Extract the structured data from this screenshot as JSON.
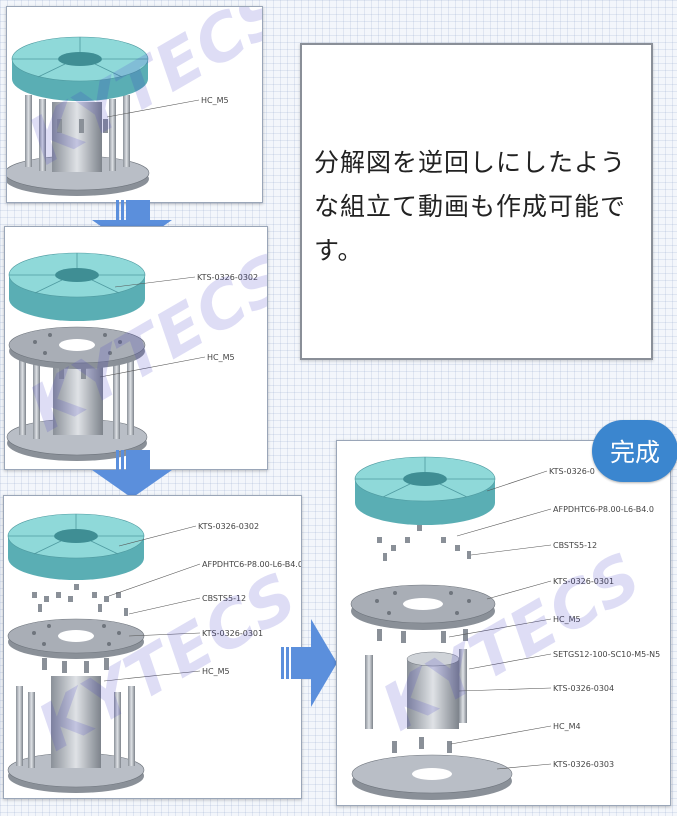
{
  "description": "分解図を逆回しにしたような組立て動画も作成可能です。",
  "badge": "完成",
  "watermark": "KYTECS",
  "colors": {
    "disc_top": "#8fd9d9",
    "disc_side": "#5aaeb4",
    "metal": "#b9bec6",
    "metal_dark": "#8a9098",
    "arrow": "#5b8fdc",
    "badge": "#3b86cf"
  },
  "panels": {
    "p1": {
      "labels": [
        "HC_M5"
      ]
    },
    "p2": {
      "labels": [
        "KTS-0326-0302",
        "HC_M5"
      ]
    },
    "p3": {
      "labels": [
        "KTS-0326-0302",
        "AFPDHTC6-P8.00-L6-B4.0",
        "CBSTS5-12",
        "KTS-0326-0301",
        "HC_M5"
      ]
    },
    "p4": {
      "labels": [
        "KTS-0326-0",
        "AFPDHTC6-P8.00-L6-B4.0",
        "CBSTS5-12",
        "KTS-0326-0301",
        "HC_M5",
        "SETGS12-100-SC10-M5-N5",
        "KTS-0326-0304",
        "HC_M4",
        "KTS-0326-0303"
      ]
    }
  }
}
